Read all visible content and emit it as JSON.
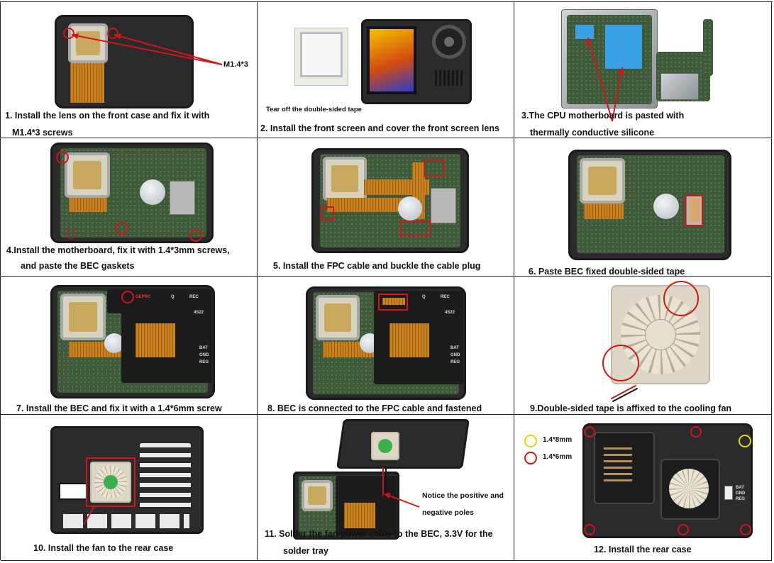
{
  "steps": [
    {
      "caption_l1": "1.  Install the lens on the front case and fix it with",
      "caption_l2": "M1.4*3 screws",
      "screw_label": "M1.4*3"
    },
    {
      "caption_l1": "2. Install the front screen and cover the front screen lens",
      "note": "Tear off the double-sided tape"
    },
    {
      "caption_l1": "3.The CPU motherboard is pasted with",
      "caption_l2": "thermally conductive silicone"
    },
    {
      "caption_l1": "4.Install the motherboard, fix it with 1.4*3mm screws,",
      "caption_l2": "and paste the BEC gaskets"
    },
    {
      "caption_l1": "5. Install the FPC cable and buckle the cable plug"
    },
    {
      "caption_l1": "6.  Paste BEC fixed double-sided tape"
    },
    {
      "caption_l1": "7.  Install the BEC and fix it with a 1.4*6mm screw"
    },
    {
      "caption_l1": "8. BEC is connected to the FPC cable and fastened"
    },
    {
      "caption_l1": "9.Double-sided tape is affixed to the cooling fan"
    },
    {
      "caption_l1": "10. Install the fan to the rear case"
    },
    {
      "caption_l1": "11. Solder the fan power cable to the BEC, 3.3V for the",
      "caption_l2": "solder tray",
      "note_l1": "Notice the positive and",
      "note_l2": "negative poles"
    },
    {
      "caption_l1": "12.  Install the rear case",
      "legend_yellow": "1.4*8mm",
      "legend_red": "1.4*6mm"
    }
  ],
  "board_text": {
    "q": "Q",
    "rec": "REC",
    "model": "4S22",
    "bat": "BAT",
    "gnd": "GND",
    "reg": "REG",
    "logo": "GEPRC"
  },
  "colors": {
    "annotation": "#d21515",
    "legend_yellow": "#e3d614",
    "border": "#222222"
  }
}
